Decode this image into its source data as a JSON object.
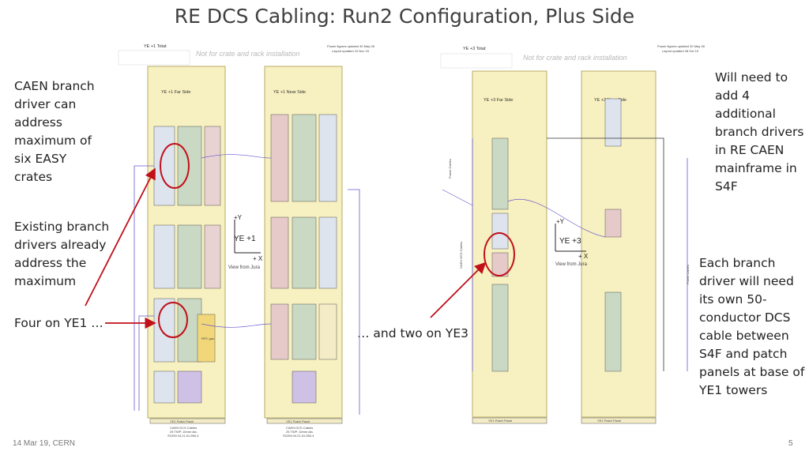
{
  "slide": {
    "title": "RE DCS Cabling: Run2 Configuration, Plus Side",
    "date": "14 Mar 19, CERN",
    "page_number": "5"
  },
  "annotations": {
    "caen_branch": "CAEN branch driver can address maximum of six EASY crates",
    "existing_branch": "Existing branch drivers already address the maximum",
    "four_on_ye1": "Four on YE1 …",
    "two_on_ye3": "… and two on YE3",
    "will_need": "Will need to add 4 additional branch drivers in RE CAEN mainframe in S4F",
    "each_branch": "Each branch driver will need its own 50-conductor DCS cable between S4F and patch panels at base of YE1 towers"
  },
  "ye1": {
    "total_label": "YE +1 Total:",
    "not_for_crate": "Not for crate and rack installation",
    "power_note": "Power figures updated 30 May 08",
    "layout_note": "Layout updated 10 Nov 16",
    "far_side": "YE +1 Far Side",
    "near_side": "YE +1 Near Side",
    "axis_y": "+Y",
    "axis_x": "+ X",
    "tower": "YE +1",
    "view": "View from Jura",
    "patch_left": "YE1 Patch Panel",
    "patch_right": "YE1 Patch Panel",
    "cable_left": "CAEN DCS Cables",
    "cable_left_2": "25 TWP, 10mm dia.",
    "cable_left_3": "SCEM 04.21.51.550.4",
    "cable_right": "CAEN DCS Cables",
    "cable_right_2": "25 TWP, 10mm dia.",
    "cable_right_3": "SCEM 04.21.51.550.4",
    "rpc_gas": "RPC gas"
  },
  "ye3": {
    "total_label": "YE +3 Total:",
    "not_for_crate": "Not for crate and rack installation",
    "power_note": "Power figures updated 30 May 08",
    "layout_note": "Layout updated 28 Oct 15",
    "far_side": "YE +3 Far Side",
    "near_side": "YE +3 Near Side",
    "axis_y": "+Y",
    "axis_x": "+ X",
    "tower": "YE +3",
    "view": "View from Jura",
    "patch_left": "YE1 Patch Panel",
    "patch_right": "YE1 Patch Panel",
    "power_cables_left": "Power Cables",
    "power_cables_right": "Power Cables",
    "caen_dcs": "CAEN DCS Cables"
  },
  "colors": {
    "rack_fill": "#f7f0c0",
    "highlight_red": "#c0101a",
    "cable_purple": "#6a5acd"
  }
}
